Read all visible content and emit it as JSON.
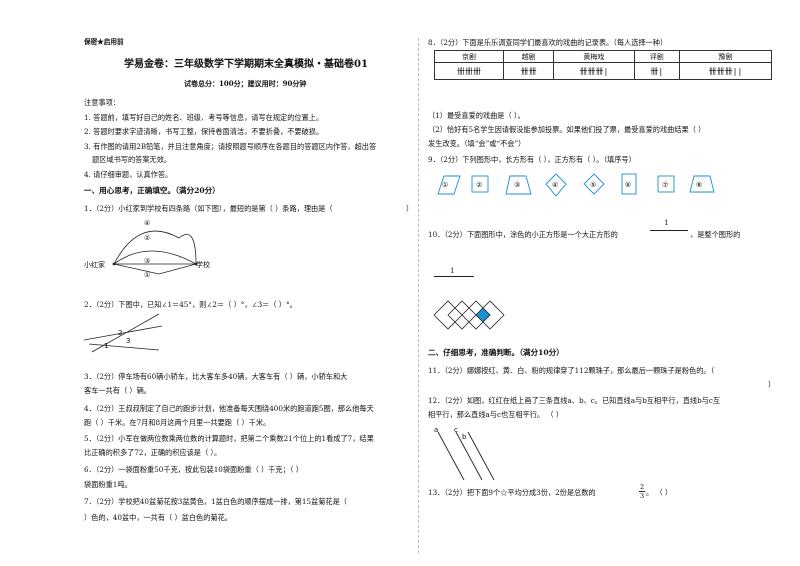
{
  "header": {
    "secret": "保密★启用前",
    "title": "学易金卷：三年级数学下学期期末全真模拟・基础卷01",
    "info": "试卷总分：100分；建议用时：90分钟"
  },
  "notice": {
    "heading": "注意事项：",
    "items": [
      "1. 答题前，填写好自己的姓名、班级、考号等信息，请写在规定的位置上。",
      "2. 答题时要求字迹清晰，书写工整，保持卷面清洁，不要折叠，不要破损。",
      "3. 有作图的请用2B铅笔，并且注意角度；请按照题号顺序在各题目的答题区内作答，超出答",
      "题区域书写的答案无效。",
      "4. 请仔细审题，认真作答。"
    ]
  },
  "section1": {
    "heading": "一、用心思考，正确填空。（满分20分）",
    "q1": "1．（2分）小红家到学校有四条路（如下图），最短的是第（      ）条路，理由是（",
    "q1_end": "）",
    "q1_labels": {
      "home": "小红家",
      "school": "学校",
      "r1": "①",
      "r2": "②",
      "r3": "③",
      "r4": "④"
    },
    "q2": "2．（2分）下图中，已知∠1＝45°，则∠2＝（            ）°，∠3＝（        ）°。",
    "q2_labels": {
      "a1": "1",
      "a2": "2",
      "a3": "3"
    },
    "q3a": "3．（2分）停车场有60辆小轿车，比大客车多40辆，大客车有（                ）辆，小轿车和大",
    "q3b": "客车一共有（          ）辆。",
    "q4a": "4．（2分）王叔叔制定了自己的跑步计划，他准备每天围绕400米的跑道跑5圈，那么他每天",
    "q4b": "跑（          ）千米。在7月和8月这两个月里一共要跑（            ）千米。",
    "q5a": "5．（2分）小军在做两位数乘两位数的计算题时，把第二个乘数21个位上的1看成了7，结果",
    "q5b": "比正确的积多了72，正确的积应该是（                ）。",
    "q6a": "6．（2分）一袋面粉重50千克，按此包装10袋面粉重（              ）千克；（              ）",
    "q6b": "袋面粉重1吨。",
    "q7a": "7．（2分）学校把40盆菊花按3盆黄色，1盆白色的顺序摆成一排，第15盆菊花是（",
    "q7b": "）色的，40盆中，一共有（            ）盆白色的菊花。"
  },
  "section1b": {
    "q8": "8．（2分）下面是乐乐调查同学们最喜欢的戏曲的记录表。（每人选择一种）",
    "table": {
      "headers": [
        "京剧",
        "越剧",
        "黄梅戏",
        "评剧",
        "豫剧"
      ],
      "marks": [
        "卌卌卌",
        "卌卌",
        "卌卌卌|",
        "卌|",
        "卌卌卌||"
      ]
    },
    "q8_1": "（1）最受喜爱的戏曲是（                ）。",
    "q8_2a": "（2）恰好有5名学生因请假没能参加投票。如果他们投了票，最受喜爱的戏曲结果（              ）",
    "q8_2b": "发生改变。（填“会”或“不会”）",
    "q9": "9．（2分）下列图形中，长方形有（          ），正方形有（          ）。（填序号）",
    "q9_shapes": [
      "①",
      "②",
      "③",
      "④",
      "⑤",
      "⑥",
      "⑦",
      "⑧"
    ],
    "q10a": "10．（2分）下面图形中，涂色的小正方形是一个大正方形的",
    "q10b": "，是整个图形的",
    "q10_frac_num": "1",
    "section2_heading": "二、仔细思考，准确判断。（满分10分）",
    "q11": "11．（2分）娜娜按红、黄、白、粉的规律穿了112颗珠子，那么最后一颗珠子是粉色的。（",
    "q11_end": "）",
    "q12a": "12．（2分）如图，红红在纸上画了三条直线a、b、c。已知直线a与b互相平行，直线b与c互",
    "q12b": "相平行，那么直线a与c也互相平行。        （           ）",
    "q12_labels": {
      "a": "a",
      "b": "b",
      "c": "c"
    },
    "q13": "13．（2分）把下面9个☆平均分成3份，2份是总数的",
    "q13_frac": {
      "num": "2",
      "den": "3"
    },
    "q13_end": "。      （            ）"
  },
  "colors": {
    "accent": "#1e8fd0",
    "ink": "#111111"
  }
}
